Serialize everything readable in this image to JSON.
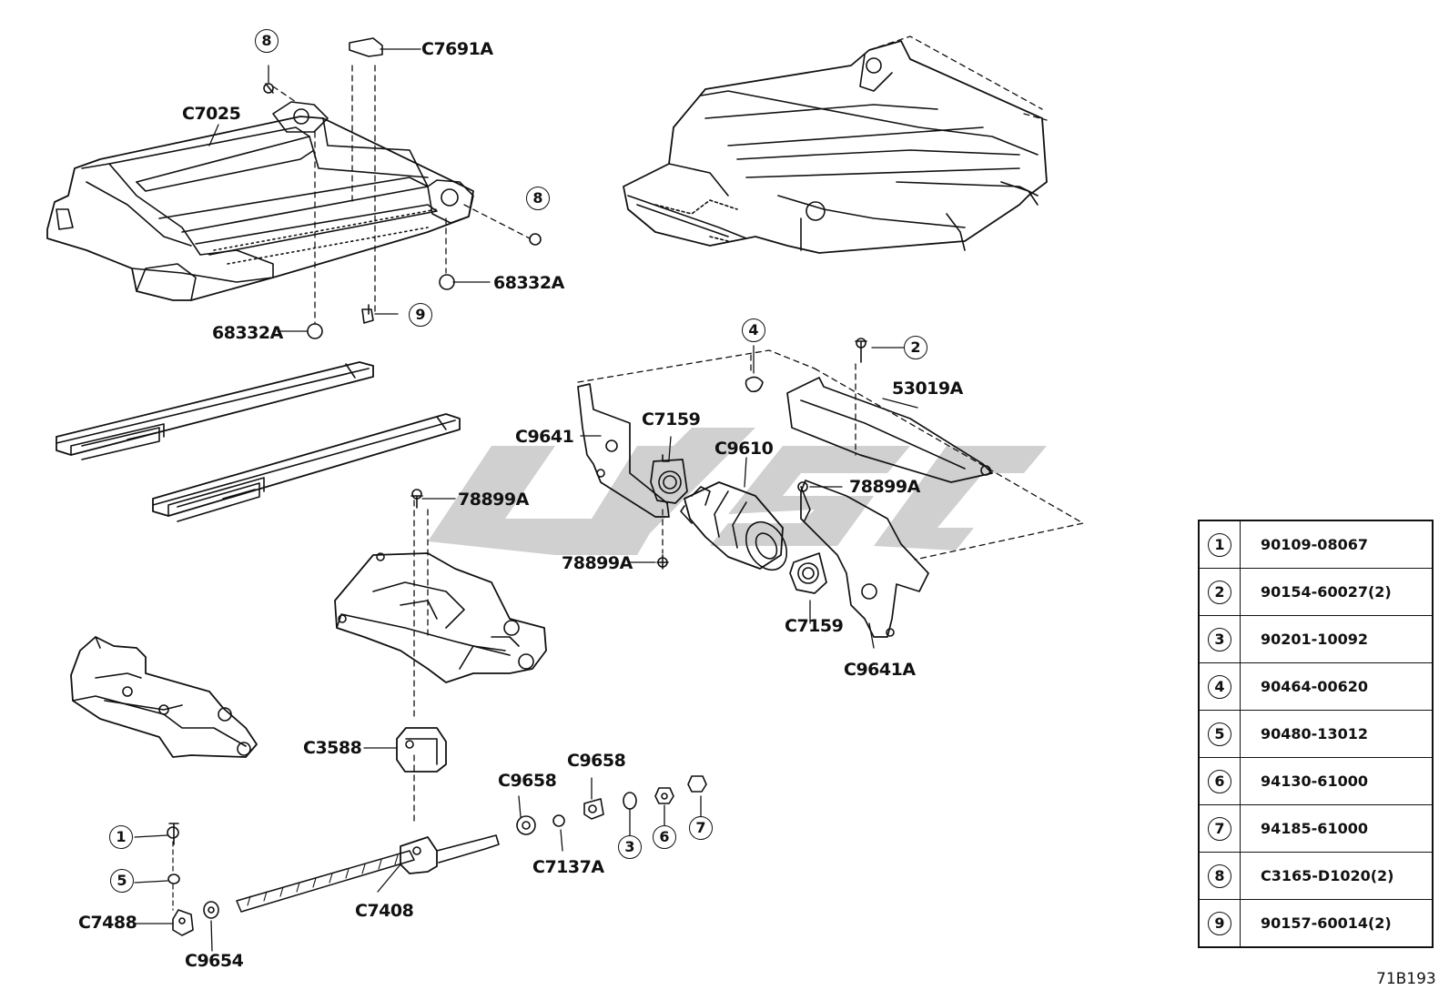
{
  "labels": {
    "C7691A": "C7691A",
    "C7025": "C7025",
    "n68332A_r": "68332A",
    "n68332A_l": "68332A",
    "C9641": "C9641",
    "C7159_top": "C7159",
    "C9610": "C9610",
    "n53019A": "53019A",
    "n78899A_left": "78899A",
    "n78899A_right": "78899A",
    "n78899A_low": "78899A",
    "C7159_bot": "C7159",
    "C9641A": "C9641A",
    "C3588": "C3588",
    "C9658_a": "C9658",
    "C9658_b": "C9658",
    "C7137A": "C7137A",
    "C7408": "C7408",
    "C7488": "C7488",
    "C9654": "C9654"
  },
  "callouts": {
    "c8_top": "8",
    "c8_right": "8",
    "c9": "9",
    "c4": "4",
    "c2": "2",
    "c1": "1",
    "c5": "5",
    "c3": "3",
    "c6": "6",
    "c7": "7"
  },
  "parts_table": [
    {
      "key": "1",
      "part": "90109-08067"
    },
    {
      "key": "2",
      "part": "90154-60027(2)"
    },
    {
      "key": "3",
      "part": "90201-10092"
    },
    {
      "key": "4",
      "part": "90464-00620"
    },
    {
      "key": "5",
      "part": "90480-13012"
    },
    {
      "key": "6",
      "part": "94130-61000"
    },
    {
      "key": "7",
      "part": "94185-61000"
    },
    {
      "key": "8",
      "part": "C3165-D1020(2)"
    },
    {
      "key": "9",
      "part": "90157-60014(2)"
    }
  ],
  "figure_code": "71B193",
  "colors": {
    "ink": "#111111",
    "watermark": "#c8c8c8"
  }
}
